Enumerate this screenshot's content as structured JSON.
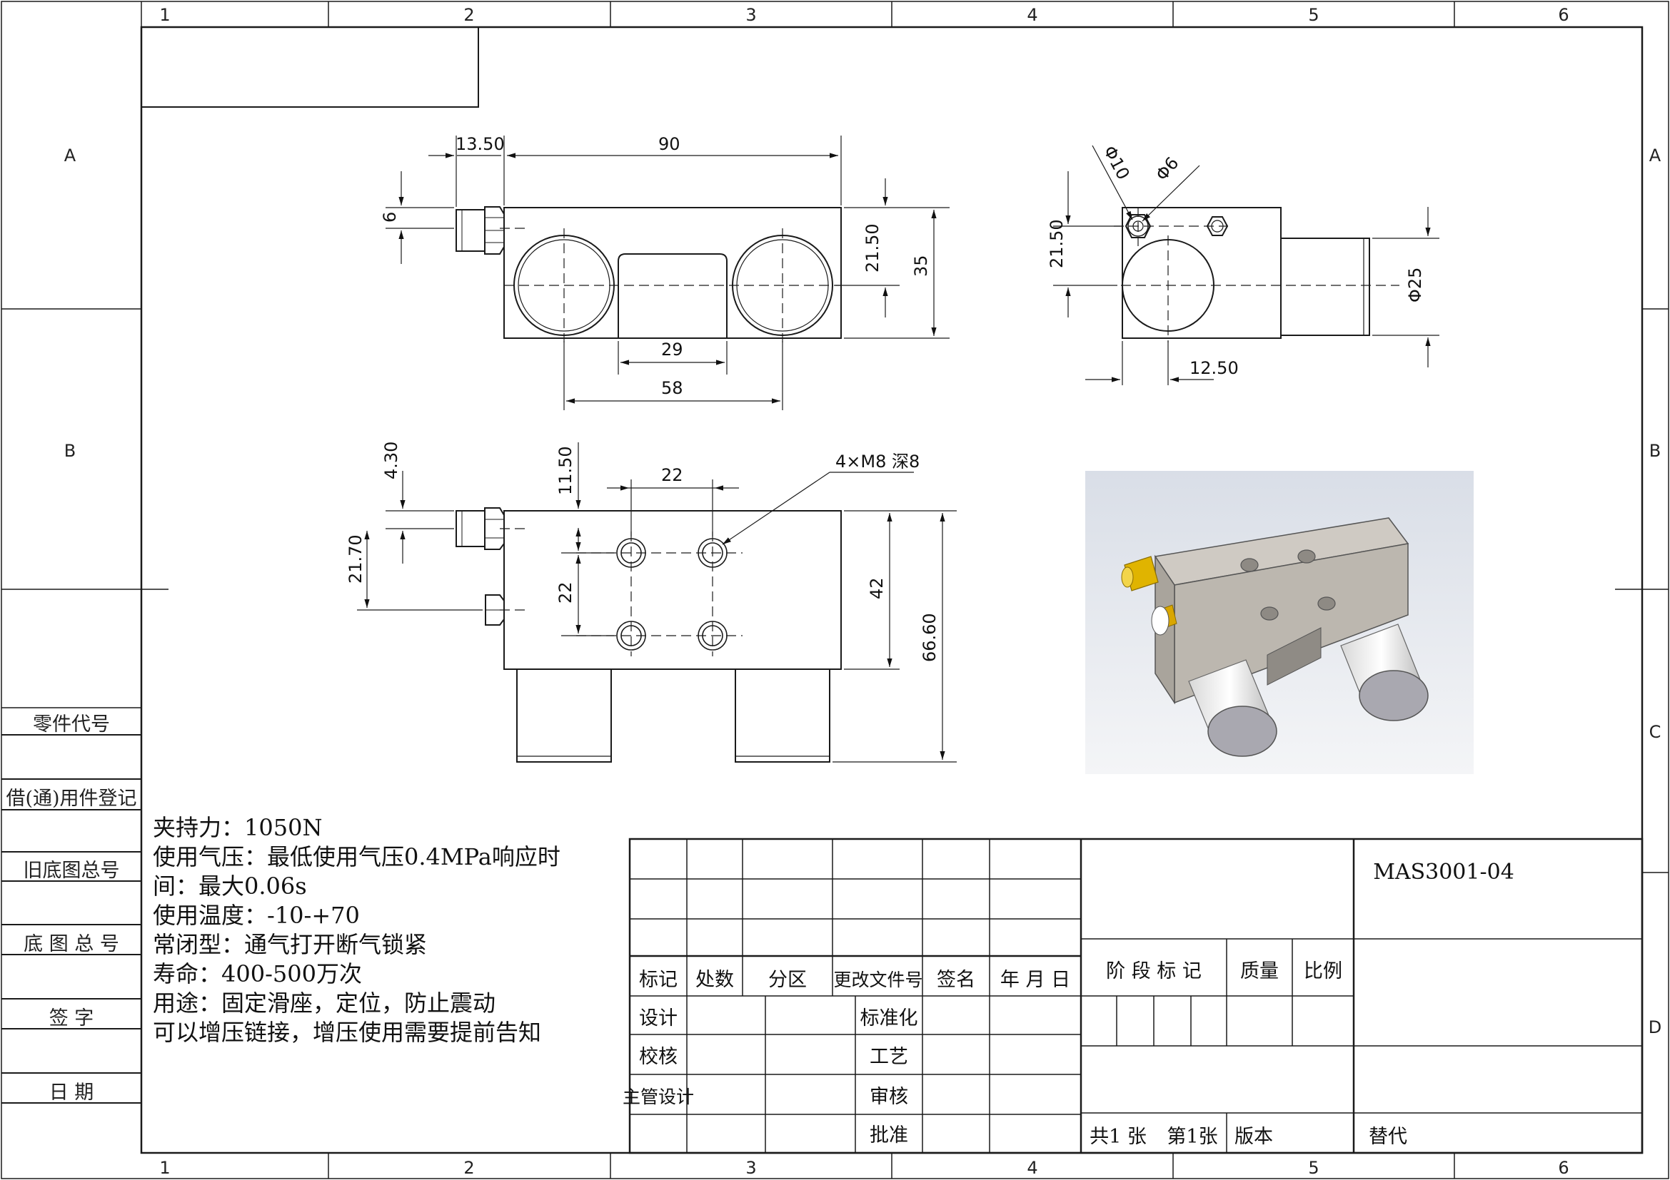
{
  "drawing_number": "MAS3001-04",
  "zone_columns": [
    "1",
    "2",
    "3",
    "4",
    "5",
    "6"
  ],
  "zone_rows": [
    "A",
    "B",
    "C",
    "D"
  ],
  "side_labels": [
    "零件代号",
    "借(通)用件登记",
    "旧底图总号",
    "底 图 总 号",
    "签   字",
    "日   期"
  ],
  "notes": [
    "夹持力：1050N",
    "使用气压：最低使用气压0.4MPa响应时",
    "间：最大0.06s",
    "使用温度：-10-+70",
    "常闭型：通气打开断气锁紧",
    "寿命：400-500万次",
    "用途：固定滑座，定位，防止震动",
    "可以增压链接，增压使用需要提前告知"
  ],
  "title_block": {
    "rev_headers": [
      "标记",
      "处数",
      "分区",
      "更改文件号",
      "签名",
      "年 月 日"
    ],
    "sign_left": [
      "设计",
      "校核",
      "主管设计"
    ],
    "sign_right": [
      "标准化",
      "工艺",
      "审核",
      "批准"
    ],
    "stage_headers": [
      "阶 段 标 记",
      "质量",
      "比例"
    ],
    "sheet_total": "共1 张",
    "sheet_no": "第1张",
    "version": "版本",
    "replace": "替代"
  },
  "dimensions": {
    "front": [
      "13.50",
      "90",
      "6",
      "21.50",
      "35",
      "29",
      "58"
    ],
    "side": [
      "Φ10",
      "Φ6",
      "21.50",
      "Φ25",
      "12.50"
    ],
    "top": [
      "4.30",
      "11.50",
      "22",
      "21.70",
      "22",
      "42",
      "66.60"
    ],
    "callout": "4×M8 深8"
  },
  "colors": {
    "line": "#1a1a1a",
    "fitting": "#e0b400",
    "body_gray": "#c8c4bd"
  }
}
